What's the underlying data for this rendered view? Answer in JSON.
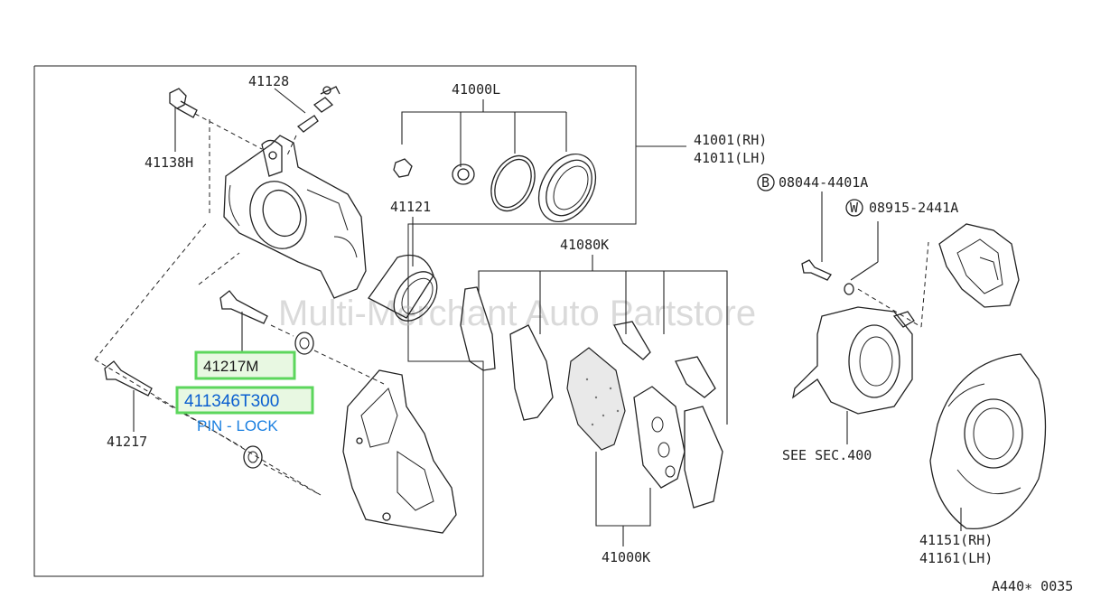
{
  "watermark": "Multi-Merchant Auto Partstore",
  "reference_code": "A440∗ 0035",
  "parts": {
    "p41128": "41128",
    "p41000L": "41000L",
    "p41138H": "41138H",
    "p41001": "41001(RH)",
    "p41011": "41011(LH)",
    "p41121": "41121",
    "p41080K": "41080K",
    "bolt_ref": "08044-4401A",
    "bolt_letter": "B",
    "washer_ref": "08915-2441A",
    "washer_letter": "W",
    "p41217": "41217",
    "see_sec": "SEE SEC.400",
    "p41000K": "41000K",
    "p41151": "41151(RH)",
    "p41161": "41161(LH)"
  },
  "highlights": {
    "h1": "41217M",
    "h2": "411346T300",
    "h2_desc": "PIN - LOCK",
    "border_color": "#5cd65c",
    "fill_color": "#e8f8e2"
  }
}
